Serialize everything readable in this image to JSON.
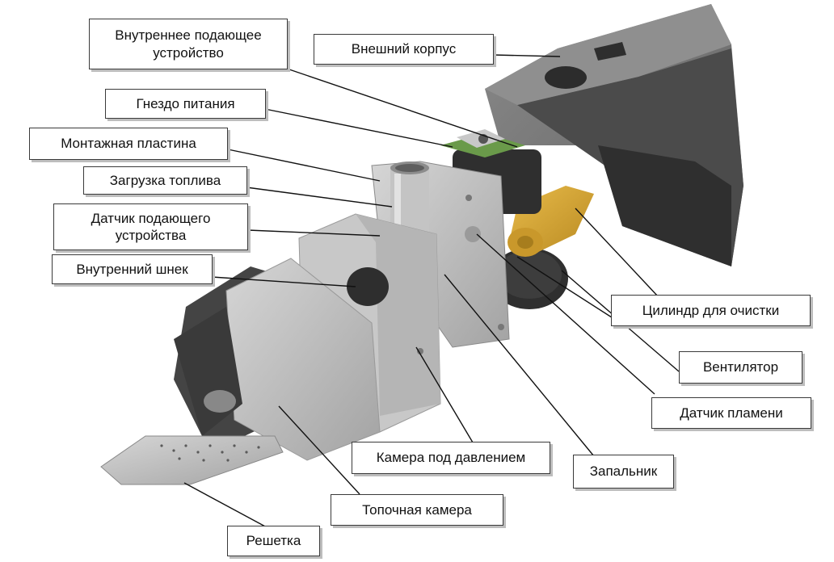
{
  "diagram": {
    "labels": {
      "inner_feeder": "Внутреннее подающее\nустройство",
      "outer_casing": "Внешний корпус",
      "power_socket": "Гнездо питания",
      "mounting_plate": "Монтажная пластина",
      "fuel_loading": "Загрузка топлива",
      "feeder_sensor": "Датчик подающего\nустройства",
      "inner_auger": "Внутренний шнек",
      "cleaning_cylinder": "Цилиндр для очистки",
      "fan": "Вентилятор",
      "flame_sensor": "Датчик пламени",
      "pressure_chamber": "Камера под давлением",
      "igniter": "Запальник",
      "combustion_chamber": "Топочная камера",
      "grate": "Решетка"
    }
  },
  "colors": {
    "casing_light": "#7a7a7a",
    "casing_dark": "#3a3a3a",
    "steel": "#b8b8b8",
    "cylinder": "#d9a93a",
    "pcb": "#6a9a4a"
  }
}
